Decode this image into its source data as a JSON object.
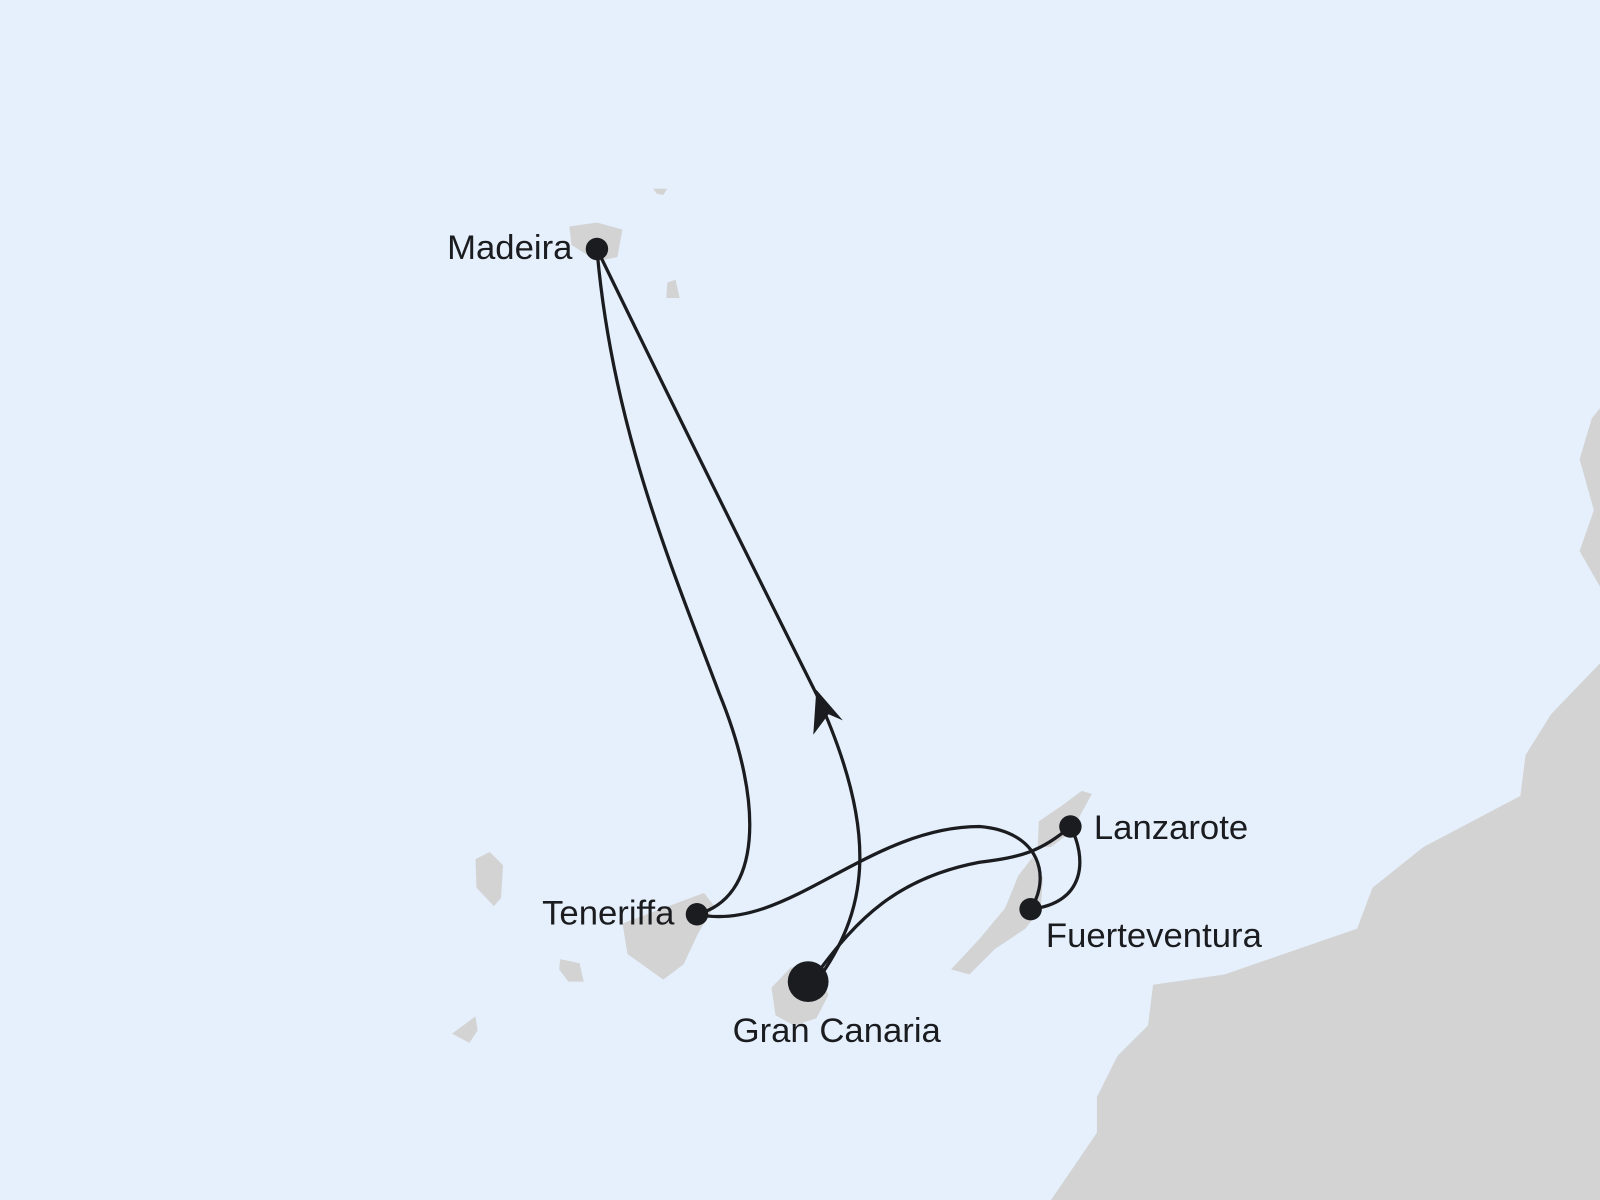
{
  "map": {
    "colors": {
      "sea": "#e5f0fc",
      "land": "#d3d3d3",
      "route": "#1b1c1f"
    },
    "ports": [
      {
        "name": "Madeira"
      },
      {
        "name": "Teneriffa"
      },
      {
        "name": "Gran Canaria",
        "start_port": true
      },
      {
        "name": "Lanzarote"
      },
      {
        "name": "Fuerteventura"
      }
    ],
    "route_order": [
      "Gran Canaria",
      "Madeira",
      "Teneriffa",
      "Fuerteventura",
      "Lanzarote",
      "Gran Canaria"
    ]
  }
}
